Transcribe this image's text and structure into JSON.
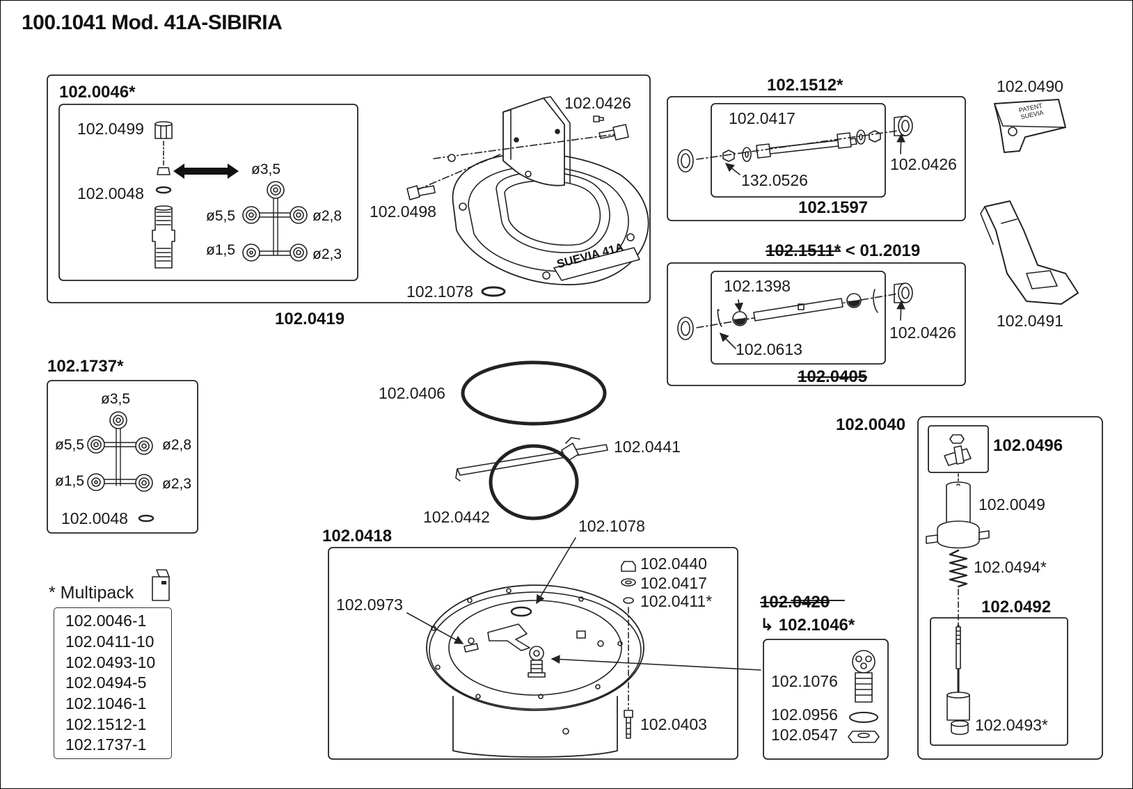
{
  "title": "100.1041 Mod. 41A-SIBIRIA",
  "groups": {
    "g0046": "102.0046*",
    "g0419": "102.0419",
    "g1512": "102.1512*",
    "g1597": "102.1597",
    "g1511": "102.1511*",
    "g1511_date": " < 01.2019",
    "g0405": "102.0405",
    "g1737": "102.1737*",
    "g0418": "102.0418",
    "g0040": "102.0040",
    "g0496": "102.0496",
    "g0492": "102.0492",
    "g0420": "102.0420",
    "g1046": "102.1046*",
    "g1046_arrow": "↳"
  },
  "labels": {
    "p0499": "102.0499",
    "p0048_a": "102.0048",
    "p0426_a": "102.0426",
    "p0498": "102.0498",
    "p1078_a": "102.1078",
    "p0417_a": "102.0417",
    "p0526": "132.0526",
    "p0426_b": "102.0426",
    "p0490": "102.0490",
    "p0491": "102.0491",
    "p1398": "102.1398",
    "p0613": "102.0613",
    "p0426_c": "102.0426",
    "p0406": "102.0406",
    "p0441": "102.0441",
    "p0442": "102.0442",
    "p0048_b": "102.0048",
    "p1078_b": "102.1078",
    "p0440": "102.0440",
    "p0417_b": "102.0417",
    "p0411": "102.0411*",
    "p0973": "102.0973",
    "p0403": "102.0403",
    "p1076": "102.1076",
    "p0956": "102.0956",
    "p0547": "102.0547",
    "p0049": "102.0049",
    "p0494": "102.0494*",
    "p0493": "102.0493*"
  },
  "diameters": {
    "d35": "ø3,5",
    "d55": "ø5,5",
    "d28": "ø2,8",
    "d15": "ø1,5",
    "d23": "ø2,3"
  },
  "decal": {
    "brand": "SUEVIA 41A",
    "patent_line1": "PATENT",
    "patent_line2": "SUEVIA"
  },
  "multipack": {
    "heading": "* Multipack",
    "items": [
      "102.0046-1",
      "102.0411-10",
      "102.0493-10",
      "102.0494-5",
      "102.1046-1",
      "102.1512-1",
      "102.1737-1"
    ]
  }
}
